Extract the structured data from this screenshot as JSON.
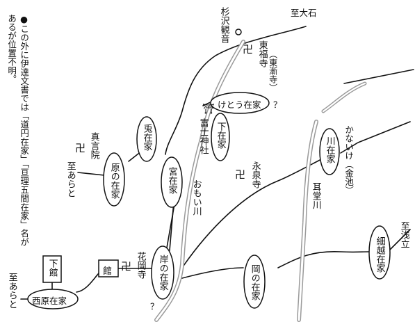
{
  "note": {
    "line1": "●この外に伊達文書では「道円在家」「亘理五間在家」名が",
    "line2": "あるが位置不明。"
  },
  "places": {
    "sugisawa_kannon": "杉沢観音",
    "to_oishi": "至大石",
    "tofukuji": "東福寺",
    "tozenji": "（東漸寺）",
    "ketou_zaike": "けとう在家",
    "ketou_q": "？",
    "fuji_jinja": "富士神社",
    "shimo_zaike": "下在家",
    "shingon_in": "真言院",
    "usagi_zaike": "兎在家",
    "to_arato_upper": "至あらと",
    "hara_no_zaike": "原の在家",
    "miya_zaike": "宮在家",
    "omoi_gawa": "おもい川",
    "eisenji": "永泉寺",
    "kana_zaike": "川在家",
    "kanaike": "かないけ（金池）",
    "jidou_gawa": "耳堂川",
    "to_asadachi": "至浅立",
    "hosogoe_zaike": "細越在家",
    "hanaokadera": "花岡寺",
    "kishi_no_zaike": "岸の在家",
    "kishi_q": "？",
    "oka_no_zaike": "岡の在家",
    "yakata": "館",
    "shimo_tachi": "下館",
    "to_arato_lower": "至あらと",
    "nishihara_zaike": "西原在家"
  },
  "icons": {
    "temple": "卍",
    "shrine": "⛩"
  }
}
